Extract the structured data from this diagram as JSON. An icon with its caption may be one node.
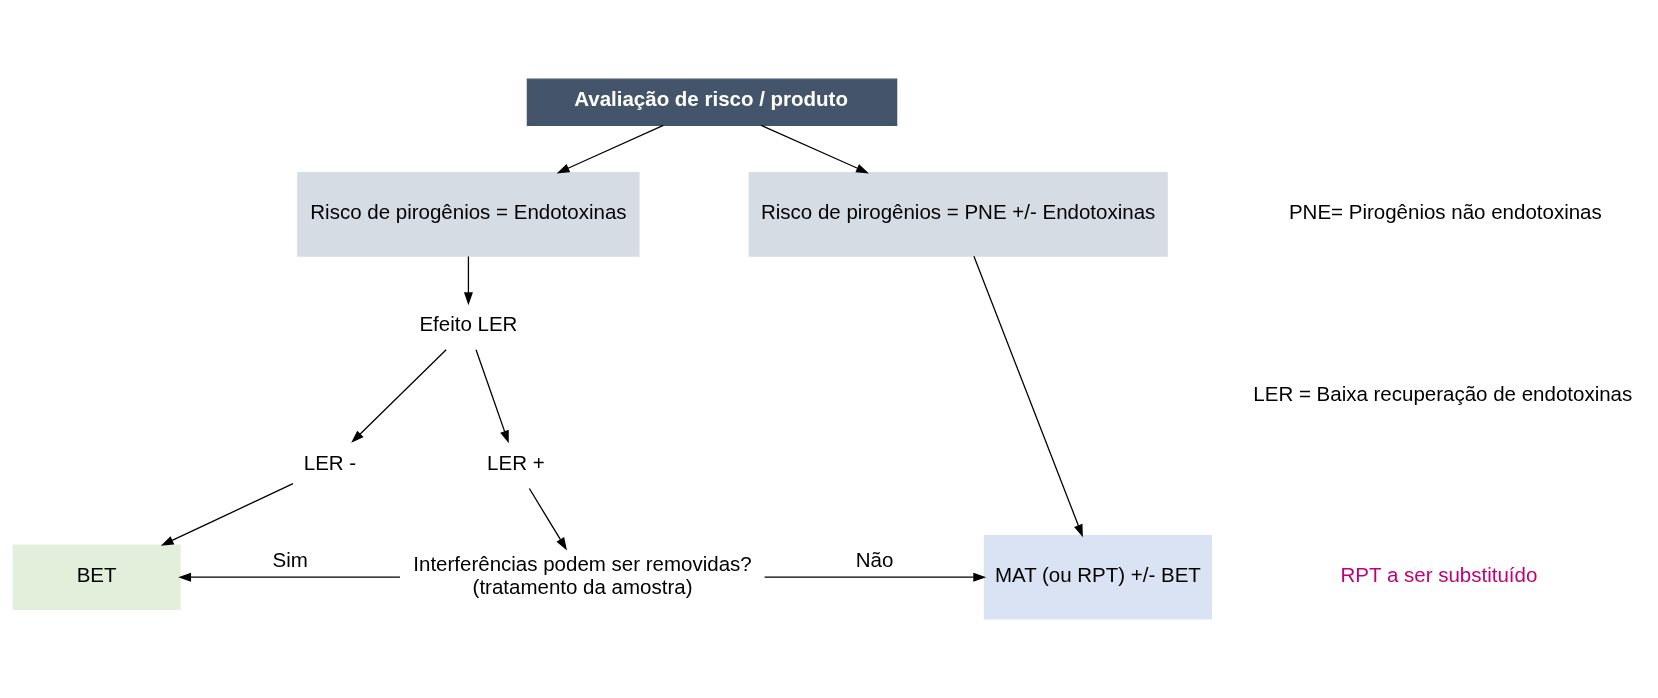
{
  "diagram": {
    "nodes": [
      {
        "text": [
          "Avaliação de risco / produto"
        ]
      },
      {
        "text": [
          "Risco de pirogênios = Endotoxinas"
        ]
      },
      {
        "text": [
          "Risco de pirogênios = PNE +/- Endotoxinas"
        ]
      },
      {
        "text": [
          "Efeito LER"
        ]
      },
      {
        "text": [
          "LER -"
        ]
      },
      {
        "text": [
          "LER +"
        ]
      },
      {
        "text": [
          "BET"
        ]
      },
      {
        "text": [
          "Interferências podem ser removidas?",
          "(tratamento da amostra)"
        ]
      },
      {
        "text": [
          "MAT (ou RPT) +/- BET"
        ]
      }
    ],
    "edges": [
      {
        "from": 0,
        "to": 1,
        "arrow": "to"
      },
      {
        "from": 0,
        "to": 2,
        "arrow": "to"
      },
      {
        "from": 1,
        "to": 3,
        "arrow": "to"
      },
      {
        "from": 3,
        "to": 4,
        "arrow": "to"
      },
      {
        "from": 3,
        "to": 5,
        "arrow": "to"
      },
      {
        "from": 4,
        "to": 6,
        "arrow": "to"
      },
      {
        "from": 5,
        "to": 7,
        "arrow": "to"
      },
      {
        "from": 7,
        "to": 6,
        "label": "Sim",
        "arrow": "to"
      },
      {
        "from": 7,
        "to": 8,
        "label": "Não",
        "arrow": "to"
      },
      {
        "from": 2,
        "to": 8,
        "arrow": "to"
      }
    ],
    "labels": [
      "PNE= Pirogênios não endotoxinas",
      "LER = Baixa recuperação de endotoxinas",
      "RPT a ser substituído"
    ]
  }
}
